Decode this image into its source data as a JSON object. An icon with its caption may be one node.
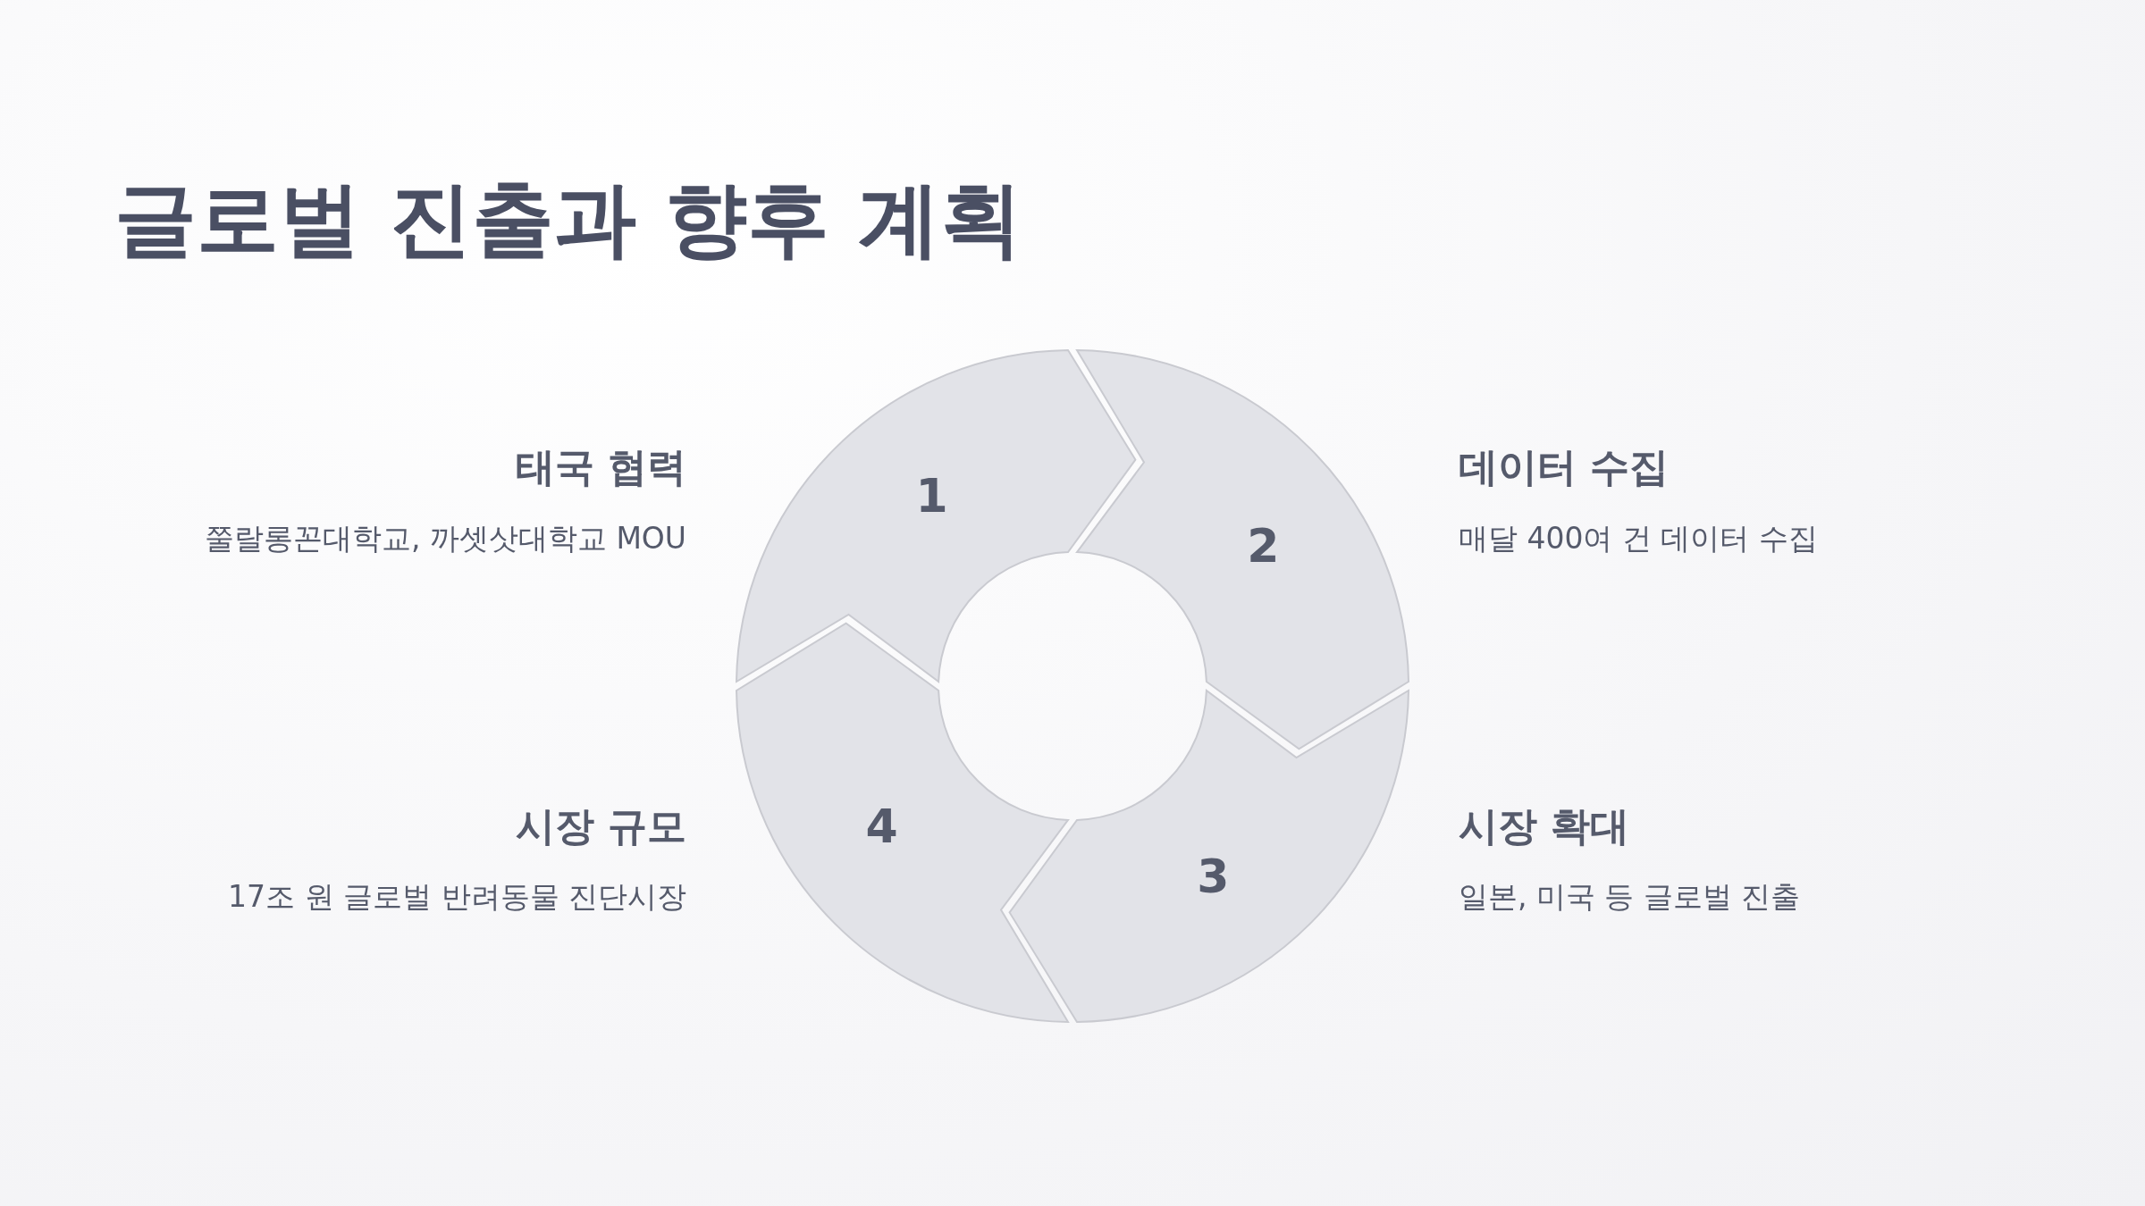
{
  "diagram": {
    "title": "글로벌 진출과 향후 계획",
    "nodes": [
      {
        "text": [
          "1"
        ],
        "beside": [
          "태국 협력",
          "쭐랄롱꼰대학교, 까셋삿대학교 MOU"
        ]
      },
      {
        "text": [
          "2"
        ],
        "beside": [
          "데이터 수집",
          "매달 400여 건 데이터 수집"
        ]
      },
      {
        "text": [
          "3"
        ],
        "beside": [
          "시장 확대",
          "일본, 미국 등 글로벌 진출"
        ]
      },
      {
        "text": [
          "4"
        ],
        "beside": [
          "시장 규모",
          "17조 원 글로벌 반려동물 진단시장"
        ]
      }
    ]
  }
}
